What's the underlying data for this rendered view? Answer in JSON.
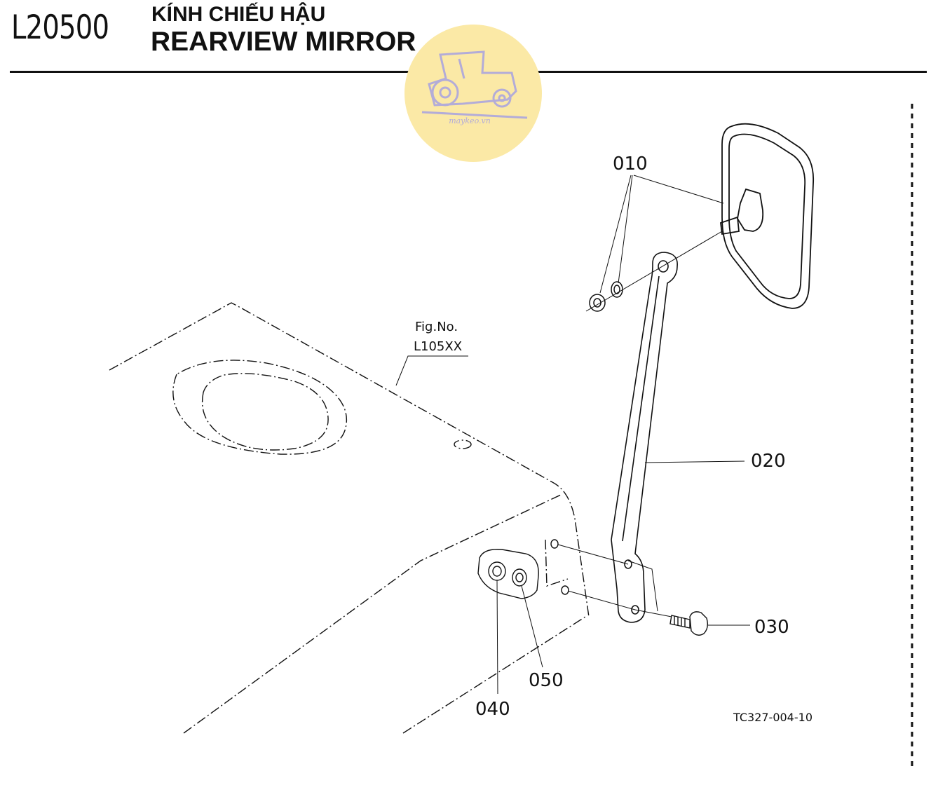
{
  "header": {
    "code": "L20500",
    "title_vn": "KÍNH CHIẾU HẬU",
    "title_en": "REARVIEW MIRROR"
  },
  "watermark": {
    "text": "maykeo.vn",
    "icon": "tractor-icon",
    "circle_color": "#fbe9a6",
    "icon_color": "#b3acd8"
  },
  "figure_ref": {
    "line1": "Fig.No.",
    "line2": "L105XX"
  },
  "parts": [
    {
      "number": "010"
    },
    {
      "number": "020"
    },
    {
      "number": "030"
    },
    {
      "number": "040"
    },
    {
      "number": "050"
    }
  ],
  "drawing_code": "TC327-004-10"
}
